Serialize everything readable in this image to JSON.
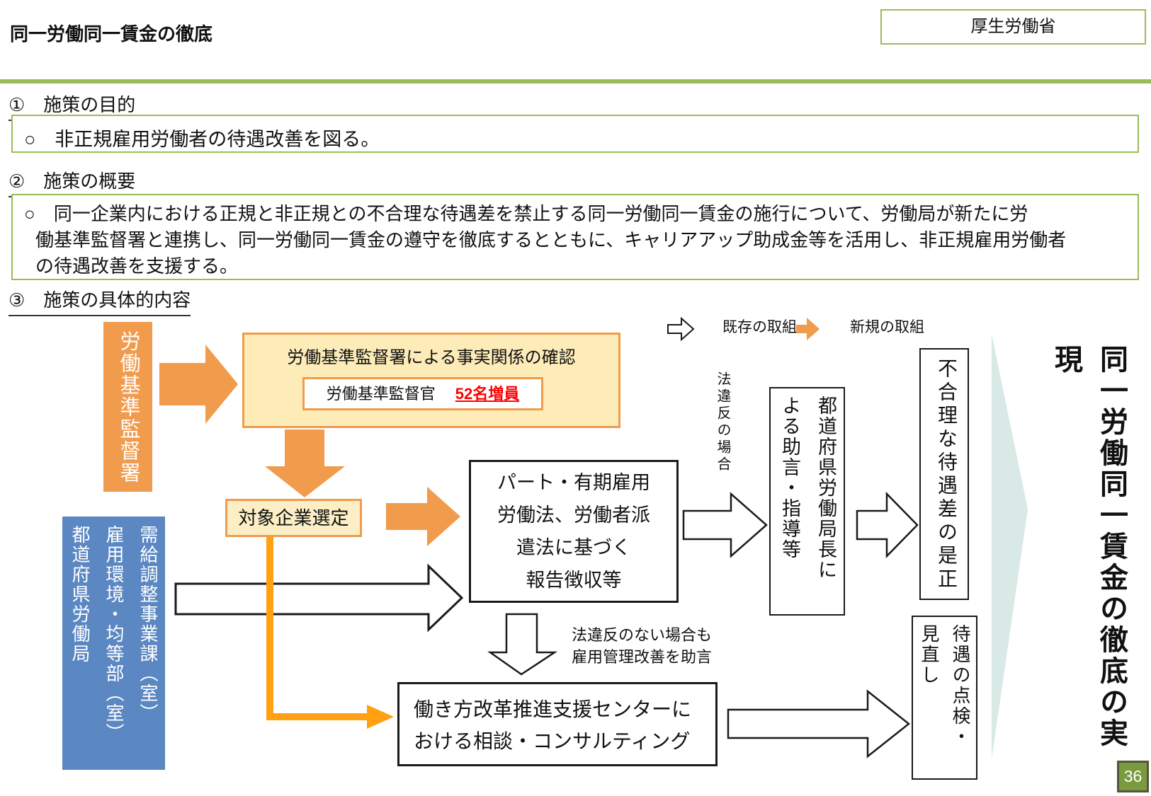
{
  "header": {
    "title": "同一労働同一賃金の徹底",
    "ministry": "厚生労働省"
  },
  "section1": {
    "heading": "①　施策の目的",
    "body": "○　非正規雇用労働者の待遇改善を図る。"
  },
  "section2": {
    "heading": "②　施策の概要",
    "lines": [
      "○　同一企業内における正規と非正規との不合理な待遇差を禁止する同一労働同一賃金の施行について、労働局が新たに労",
      "働基準監督署と連携し、同一労働同一賃金の遵守を徹底するとともに、キャリアアップ助成金等を活用し、非正規雇用労働者",
      "の待遇改善を支援する。"
    ]
  },
  "section3": {
    "heading": "③　施策の具体的内容"
  },
  "legend": {
    "existing": "既存の取組",
    "new": "新規の取組"
  },
  "diagram": {
    "labor_office": "労働基準監督署",
    "fact_check": {
      "title": "労働基準監督署による事実関係の確認",
      "officer": "労働基準監督官",
      "increase": "52名増員"
    },
    "target_select": "対象企業選定",
    "report_box": {
      "lines": [
        "パート・有期雇用",
        "労働法、労働者派",
        "遣法に基づく",
        "報告徴収等"
      ]
    },
    "violation_label": "法違反の場合",
    "advice_box": {
      "col1": "都道府県労働局長に",
      "col2": "よる助言・指導等"
    },
    "correction_box": "不合理な待遇差の是正",
    "prefecture_bureau": {
      "col1": "需給調整事業課（室）",
      "col2": "雇用環境・均等部（室）",
      "col3": "都道府県労働局"
    },
    "no_violation_note": {
      "lines": [
        "法違反のない場合も",
        "雇用管理改善を助言"
      ]
    },
    "support_center": {
      "lines": [
        "働き方改革推進支援センターに",
        "おける相談・コンサルティング"
      ]
    },
    "review_box": {
      "col1": "待遇の点検・",
      "col2": "見直し"
    },
    "goal": "同一労働同一賃金の徹底の実現"
  },
  "page_number": "36",
  "colors": {
    "accent_green": "#9BBB59",
    "block_orange": "#F19B4D",
    "connector_orange": "#FFA113",
    "yellow_fill": "#FDEBB8",
    "light_yellow_fill": "#FCEFC5",
    "blue_fill": "#5B87C2",
    "teal_arrow_fill": "#D8E9E6",
    "highlight_red": "#FF0000",
    "page_badge_green": "#7A9A3F"
  }
}
